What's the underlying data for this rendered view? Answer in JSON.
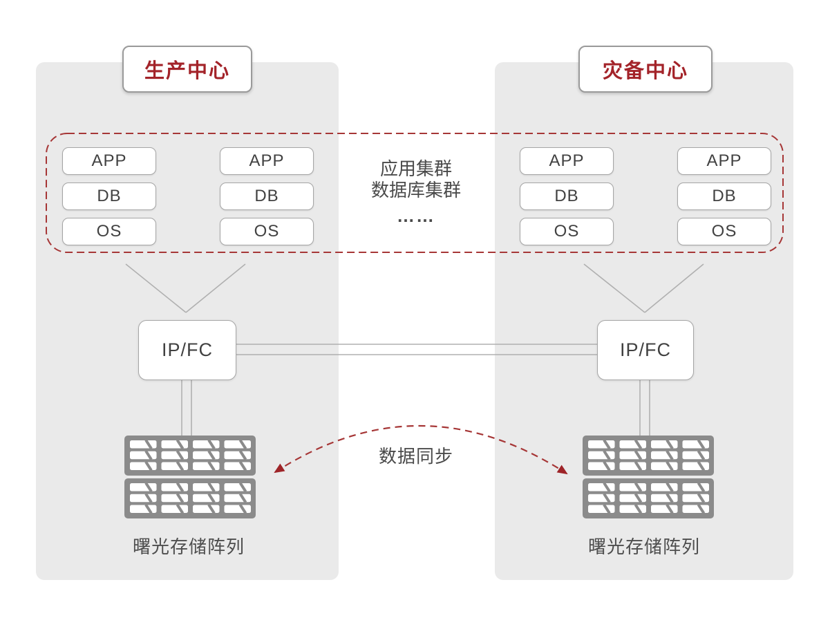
{
  "left_center": {
    "title": "生产中心",
    "switch_label": "IP/FC",
    "storage_label": "曙光存储阵列"
  },
  "right_center": {
    "title": "灾备中心",
    "switch_label": "IP/FC",
    "storage_label": "曙光存储阵列"
  },
  "stacks": [
    [
      "APP",
      "DB",
      "OS"
    ],
    [
      "APP",
      "DB",
      "OS"
    ],
    [
      "APP",
      "DB",
      "OS"
    ],
    [
      "APP",
      "DB",
      "OS"
    ]
  ],
  "cluster_note": {
    "line1": "应用集群",
    "line2": "数据库集群",
    "line3": "……"
  },
  "sync_label": "数据同步",
  "colors": {
    "accent_red": "#a32329",
    "dash_red": "#a63636",
    "panel_gray": "#eaeaea",
    "line_gray": "#b0b0b0",
    "storage_gray": "#8b8b8b",
    "text_dark": "#414141"
  }
}
